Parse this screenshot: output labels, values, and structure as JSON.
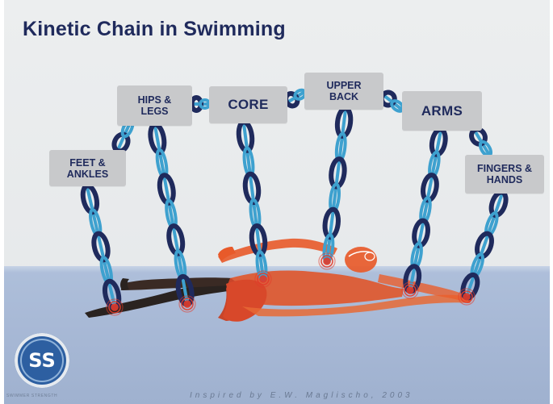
{
  "title": "Kinetic Chain in Swimming",
  "labels": {
    "feet_ankles": "FEET &\nANKLES",
    "hips_legs": "HIPS &\nLEGS",
    "core": "CORE",
    "upper_back": "UPPER\nBACK",
    "arms": "ARMS",
    "fingers_hands": "FINGERS &\nHANDS"
  },
  "logo": {
    "initials": "SS",
    "brand": "SWIMMER STRENGTH"
  },
  "credit": "Inspired by E.W. Maglischo, 2003",
  "colors": {
    "title": "#1f2a5c",
    "label_bg": "#c8c9cb",
    "chain_dark": "#1f2a5c",
    "chain_light": "#3ea1cf",
    "water": "#a8b9d6",
    "swimmer_orange": "#e85a2a",
    "target_red": "#e23b2a"
  },
  "icons": {
    "chain": "chain-icon",
    "target": "target-icon",
    "swimmer": "swimmer-illustration"
  }
}
